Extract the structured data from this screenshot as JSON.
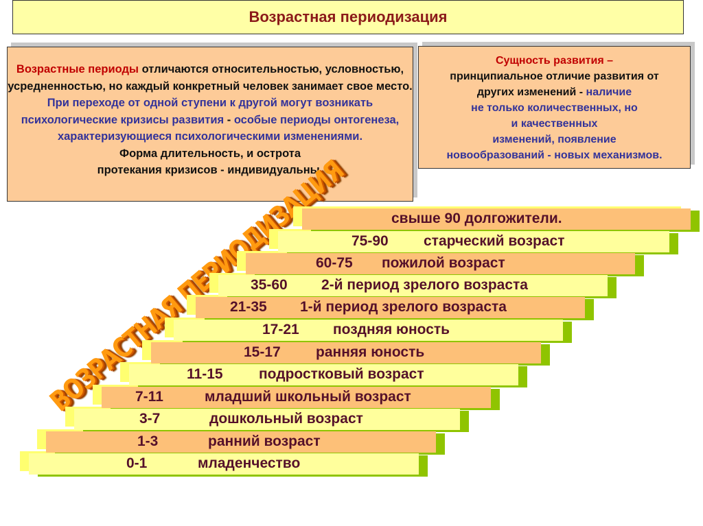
{
  "title": "Возрастная периодизация",
  "left_box": {
    "p1_red": "Возрастные периоды",
    "p1_black": " отличаются относительностью, условностью, усредненностью, но каждый конкретный человек занимает свое место. ",
    "p2_blue": "При переходе от одной ступени к другой могут возникать психологические кризисы развития",
    "p2_dash": " - ",
    "p3_blue": "особые периоды онтогенеза, характеризующиеся психологическими изменениями.",
    "p4_black": "Форма длительность, и острота протекания кризисов - индивидуальны."
  },
  "right_box": {
    "heading": "Сущность развития –",
    "black": "принципиальное отличие развития от других изменений - ",
    "blue_1": "наличие",
    "blue_2": "не только количественных, но",
    "blue_3": "и качественных",
    "blue_4": "изменений, появление",
    "blue_5": "новообразований - новых механизмов."
  },
  "wordart": "ВОЗРАСТНАЯ ПЕРИОДИЗАЦИЯ",
  "stages": [
    {
      "range": "",
      "label": "свыше 90 долгожители."
    },
    {
      "range": "75-90",
      "label": "старческий возраст"
    },
    {
      "range": "60-75",
      "label": "пожилой возраст"
    },
    {
      "range": "35-60",
      "label": "2-й период зрелого возраста"
    },
    {
      "range": "21-35",
      "label": "1-й период зрелого возраста"
    },
    {
      "range": "17-21",
      "label": "поздняя юность"
    },
    {
      "range": "15-17",
      "label": "ранняя юность"
    },
    {
      "range": "11-15",
      "label": "подростковый возраст"
    },
    {
      "range": "7-11",
      "label": "младший школьный возраст"
    },
    {
      "range": "3-7",
      "label": "дошкольный возраст"
    },
    {
      "range": "1-3",
      "label": "ранний возраст"
    },
    {
      "range": "0-1",
      "label": "младенчество"
    }
  ]
}
